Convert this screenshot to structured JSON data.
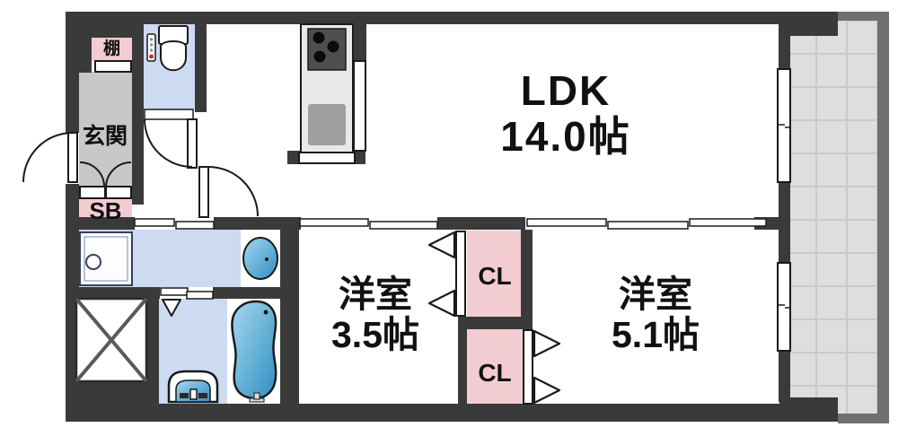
{
  "title": "apartment-floor-plan",
  "rooms": {
    "ldk": {
      "name": "LDK",
      "size": "14.0帖"
    },
    "bedroom1": {
      "name": "洋室",
      "size": "3.5帖"
    },
    "bedroom2": {
      "name": "洋室",
      "size": "5.1帖"
    },
    "closet_top": {
      "name": "CL"
    },
    "closet_bottom": {
      "name": "CL"
    },
    "entry": {
      "name": "玄関"
    },
    "shoe_box": {
      "name": "SB"
    },
    "shelf": {
      "name": "棚"
    }
  },
  "colors": {
    "wall": "#3a3a3a",
    "frame": "#6f6f6f",
    "tile": "#dedede",
    "tileline": "#c9c9c9",
    "pink": "#f3ccd1",
    "gray": "#c8c8c8",
    "blue": "#ccdaf2",
    "line": "#1a1a1a",
    "fixture_blue_light": "#a6d8ef",
    "fixture_blue_dark": "#2f8fc2"
  }
}
